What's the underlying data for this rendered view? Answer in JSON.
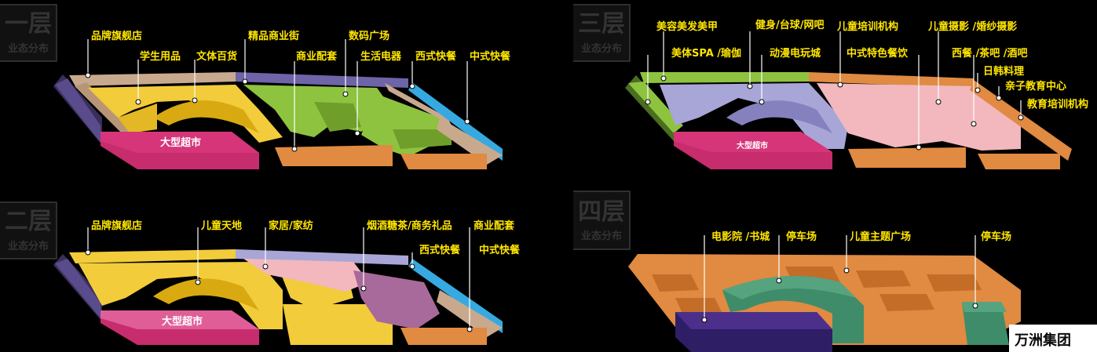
{
  "floors": [
    {
      "id": "floor1",
      "badge_title": "一层",
      "badge_subtitle": "业态分布",
      "supermarket_label": "大型超市",
      "callouts": [
        "品牌旗舰店",
        "学生用品",
        "文体百货",
        "精品商业街",
        "商业配套",
        "数码广场",
        "生活电器",
        "西式快餐",
        "中式快餐"
      ]
    },
    {
      "id": "floor2",
      "badge_title": "二层",
      "badge_subtitle": "业态分布",
      "supermarket_label": "大型超市",
      "callouts": [
        "品牌旗舰店",
        "儿童天地",
        "家居/家纺",
        "烟酒糖茶/商务礼品",
        "商业配套",
        "西式快餐",
        "中式快餐"
      ]
    },
    {
      "id": "floor3",
      "badge_title": "三层",
      "badge_subtitle": "业态分布",
      "supermarket_label": "大型超市",
      "callouts": [
        "美容美发美甲",
        "健身/台球/网吧",
        "儿童培训机构",
        "儿童摄影 /婚纱摄影",
        "美体SPA /瑜伽",
        "动漫电玩城",
        "中式特色餐饮",
        "西餐 /茶吧 /酒吧",
        "日韩料理",
        "亲子教育中心",
        "教育培训机构"
      ]
    },
    {
      "id": "floor4",
      "badge_title": "四层",
      "badge_subtitle": "业态分布",
      "callouts": [
        "电影院 /书城",
        "停车场",
        "儿童主题广场",
        "停车场"
      ]
    }
  ],
  "logo": "万洲集团",
  "colors": {
    "callout": "#ffe600",
    "yellow": "#f2cc3a",
    "green": "#8ec33f",
    "beige": "#c9a98d",
    "purple": "#6e64a8",
    "blue": "#36a9e1",
    "orange": "#e08a42",
    "magenta": "#d6357a",
    "lavender": "#a8a6d6",
    "pink": "#f2b8be",
    "mauve": "#a76a9a",
    "teal": "#3f8c6a",
    "indigo": "#4b2f8a"
  }
}
